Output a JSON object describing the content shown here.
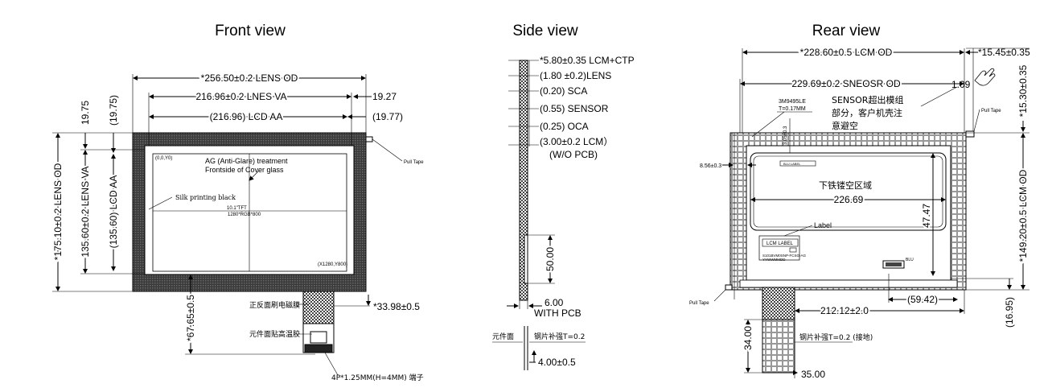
{
  "views": {
    "front": "Front view",
    "side": "Side  view",
    "rear": "Rear view"
  },
  "front": {
    "lens_od_h": "*256.50±0.2 LENS OD",
    "lnes_va_h": "216.96±0.2 LNES  VA",
    "lcd_aa_h": "(216.96) LCD AA",
    "r1927": "19.27",
    "r1977": "(19.77)",
    "lens_od_v": "*175.10±0.2 LENS OD",
    "lens_va_v": "135.60±0.2 LENS VA",
    "lcd_aa_v": "(135.60) LCD AA",
    "v1975": "19.75",
    "v1975p": "(19.75)",
    "v6765": "*67.65±0.5",
    "r3398": "*33.98±0.5",
    "pull_tape": "Pull Tape",
    "ag1": "AG (Anti-Glare) treatment",
    "ag2": "Frontside of Cover glass",
    "silk": "Silk printing black",
    "tft1": "10.1\"TFT",
    "tft2": "1280*RGB*800",
    "c00": "(0,0,Y0)",
    "c1280": "(X1280,Y800)",
    "cn_fpc1": "正反面刷电磁膜",
    "cn_fpc2": "元件面贴高温胶",
    "conn": "4P*1.25MM(H=4MM) 端子"
  },
  "side": {
    "l1": "*5.80±0.35 LCM+CTP",
    "l2": "(1.80 ±0.2)LENS",
    "l3": "(0.20) SCA",
    "l4": "(0.55) SENSOR",
    "l5": "(0.25) OCA",
    "l6": "(3.00±0.2 LCM）",
    "l7": "(W/O PCB)",
    "d50": "50.00",
    "d600": "6.00",
    "with_pcb": "WITH PCB",
    "comp": "元件面",
    "steel": "钢片补强T=0.2",
    "d400": "4.00±0.5"
  },
  "rear": {
    "lcm_od_h": "*228.60±0.5 LCM OD",
    "r1545": "*15.45±0.35",
    "sneosr": "229.69±0.2 SNEOSR OD",
    "r109": "1.09",
    "sensor_cn1": "SENSOR超出模组",
    "sensor_cn2": "部分，客户机壳注",
    "sensor_cn3": "意避空",
    "tape": "3M9495LE",
    "tape_t": "T=0.17MM",
    "d305": "3.05±0.3",
    "pull_tape_top": "Pull Tape",
    "d856": "8.56±0.3",
    "blu_label": "BLU LABEL",
    "iron_cn": "下铁镂空区域",
    "d22669": "226.69",
    "d4747": "47.47",
    "label": "Label",
    "lcm_label": "LCM  LABEL",
    "part1": "S101BVM0SNP-FCSG-AG",
    "part2": "YYWWMMDD",
    "blu": "BLU",
    "pull_tape_bot": "Pull Tape",
    "d21212": "212.12±2.0",
    "d5942": "(59.42)",
    "d3400": "34.00",
    "steel_gnd": "钢片补强T=0.2 (接地)",
    "d3500": "35.00",
    "r1530": "*15.30±0.35",
    "r14920": "*149.20±0.5 LCM OD",
    "r1695": "(16.95)"
  }
}
